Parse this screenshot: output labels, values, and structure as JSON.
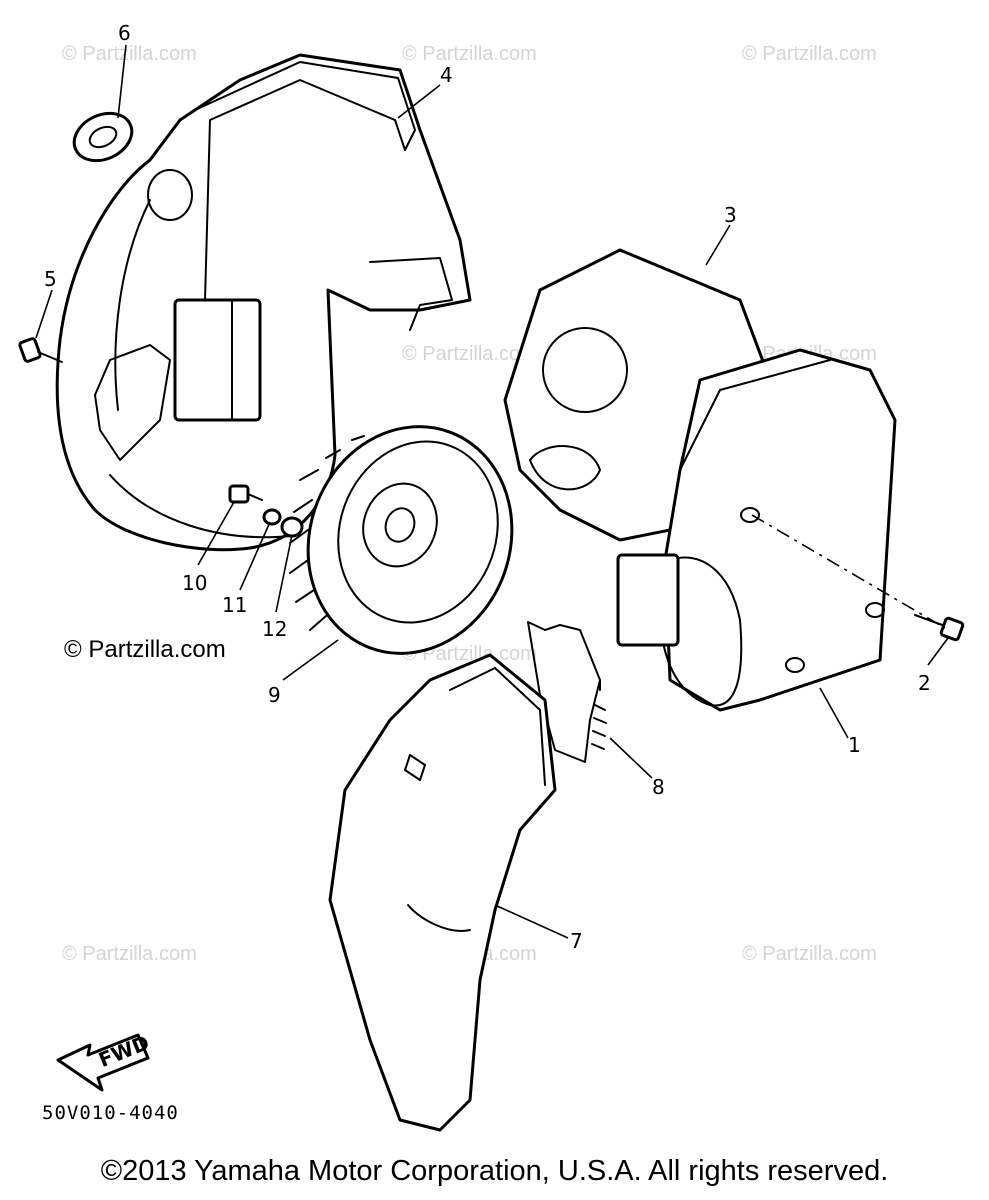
{
  "diagram": {
    "drawing_code": "50V010-4040",
    "copyright": "©2013 Yamaha Motor Corporation, U.S.A. All rights reserved.",
    "watermark_prominent": "© Partzilla.com",
    "watermark_faint": "© Partzilla.com",
    "fwd_label": "FWD",
    "callouts": {
      "c1": "1",
      "c2": "2",
      "c3": "3",
      "c4": "4",
      "c5": "5",
      "c6": "6",
      "c7": "7",
      "c8": "8",
      "c9": "9",
      "c10": "10",
      "c11": "11",
      "c12": "12"
    }
  }
}
